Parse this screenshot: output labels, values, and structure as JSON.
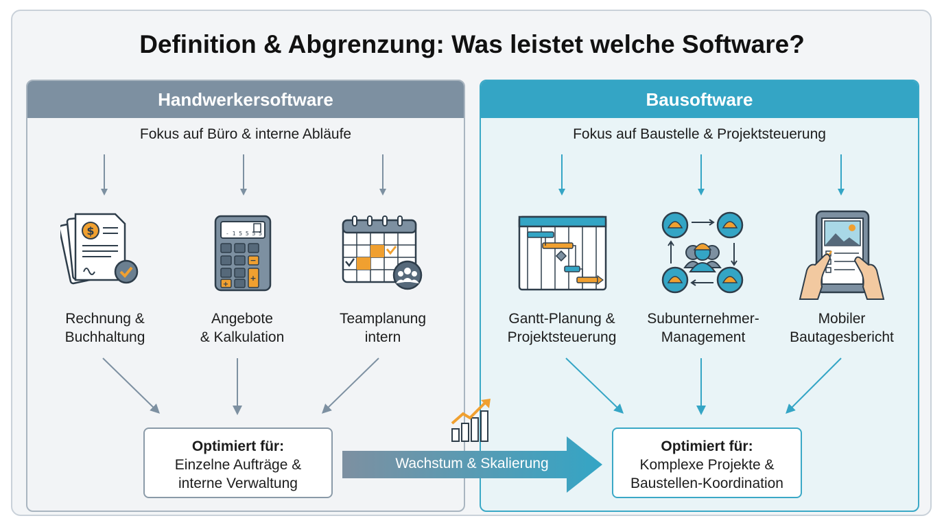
{
  "title": "Definition & Abgrenzung: Was leistet welche Software?",
  "left": {
    "header": "Handwerkersoftware",
    "focus": "Fokus auf Büro & interne Abläufe",
    "items": [
      {
        "line1": "Rechnung &",
        "line2": "Buchhaltung",
        "icon": "invoice-icon"
      },
      {
        "line1": "Angebote",
        "line2": "& Kalkulation",
        "icon": "calculator-icon"
      },
      {
        "line1": "Teamplanung",
        "line2": "intern",
        "icon": "calendar-team-icon"
      }
    ],
    "result": {
      "heading": "Optimiert für:",
      "line1": "Einzelne Aufträge &",
      "line2": "interne Verwaltung"
    }
  },
  "right": {
    "header": "Bausoftware",
    "focus": "Fokus auf Baustelle & Projektsteuerung",
    "items": [
      {
        "line1": "Gantt-Planung &",
        "line2": "Projektsteuerung",
        "icon": "gantt-chart-icon"
      },
      {
        "line1": "Subunternehmer-",
        "line2": "Management",
        "icon": "subcontractor-network-icon"
      },
      {
        "line1": "Mobiler",
        "line2": "Bautagesbericht",
        "icon": "tablet-report-icon"
      }
    ],
    "result": {
      "heading": "Optimiert für:",
      "line1": "Komplexe Projekte &",
      "line2": "Baustellen-Koordination"
    }
  },
  "transition": {
    "label": "Wachstum & Skalierung",
    "icon": "growth-chart-icon"
  },
  "colors": {
    "slate": "#7d90a1",
    "teal": "#34a5c5",
    "orange": "#f0a030",
    "dark": "#2e3d4a"
  }
}
